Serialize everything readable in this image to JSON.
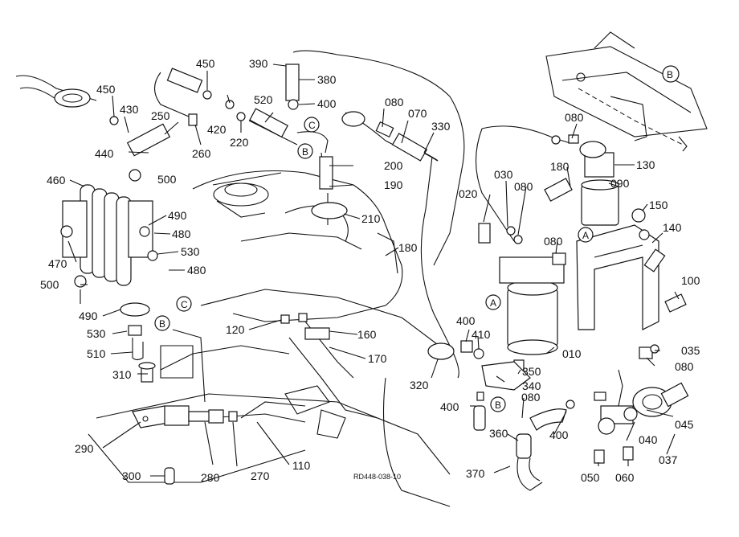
{
  "diagram": {
    "code": "RD448-038-10",
    "callouts": [
      {
        "id": "450a",
        "label": "450"
      },
      {
        "id": "450b",
        "label": "450"
      },
      {
        "id": "430",
        "label": "430"
      },
      {
        "id": "440",
        "label": "440"
      },
      {
        "id": "250",
        "label": "250"
      },
      {
        "id": "260",
        "label": "260"
      },
      {
        "id": "420",
        "label": "420"
      },
      {
        "id": "220",
        "label": "220"
      },
      {
        "id": "520",
        "label": "520"
      },
      {
        "id": "390",
        "label": "390"
      },
      {
        "id": "380",
        "label": "380"
      },
      {
        "id": "400a",
        "label": "400"
      },
      {
        "id": "080a",
        "label": "080"
      },
      {
        "id": "070",
        "label": "070"
      },
      {
        "id": "330",
        "label": "330"
      },
      {
        "id": "080b",
        "label": "080"
      },
      {
        "id": "130",
        "label": "130"
      },
      {
        "id": "500a",
        "label": "500"
      },
      {
        "id": "200",
        "label": "200"
      },
      {
        "id": "190",
        "label": "190"
      },
      {
        "id": "210",
        "label": "210"
      },
      {
        "id": "180a",
        "label": "180"
      },
      {
        "id": "030",
        "label": "030"
      },
      {
        "id": "080c",
        "label": "080"
      },
      {
        "id": "020",
        "label": "020"
      },
      {
        "id": "180b",
        "label": "180"
      },
      {
        "id": "090",
        "label": "090"
      },
      {
        "id": "150",
        "label": "150"
      },
      {
        "id": "140",
        "label": "140"
      },
      {
        "id": "460",
        "label": "460"
      },
      {
        "id": "490a",
        "label": "490"
      },
      {
        "id": "480a",
        "label": "480"
      },
      {
        "id": "530a",
        "label": "530"
      },
      {
        "id": "480b",
        "label": "480"
      },
      {
        "id": "470",
        "label": "470"
      },
      {
        "id": "500b",
        "label": "500"
      },
      {
        "id": "490b",
        "label": "490"
      },
      {
        "id": "530b",
        "label": "530"
      },
      {
        "id": "510",
        "label": "510"
      },
      {
        "id": "080d",
        "label": "080"
      },
      {
        "id": "100",
        "label": "100"
      },
      {
        "id": "120",
        "label": "120"
      },
      {
        "id": "160",
        "label": "160"
      },
      {
        "id": "170",
        "label": "170"
      },
      {
        "id": "400b",
        "label": "400"
      },
      {
        "id": "410",
        "label": "410"
      },
      {
        "id": "010",
        "label": "010"
      },
      {
        "id": "035",
        "label": "035"
      },
      {
        "id": "080e",
        "label": "080"
      },
      {
        "id": "320",
        "label": "320"
      },
      {
        "id": "350",
        "label": "350"
      },
      {
        "id": "340",
        "label": "340"
      },
      {
        "id": "310",
        "label": "310"
      },
      {
        "id": "400c",
        "label": "400"
      },
      {
        "id": "080f",
        "label": "080"
      },
      {
        "id": "400d",
        "label": "400"
      },
      {
        "id": "290",
        "label": "290"
      },
      {
        "id": "045",
        "label": "045"
      },
      {
        "id": "040",
        "label": "040"
      },
      {
        "id": "360",
        "label": "360"
      },
      {
        "id": "037",
        "label": "037"
      },
      {
        "id": "110",
        "label": "110"
      },
      {
        "id": "300",
        "label": "300"
      },
      {
        "id": "280",
        "label": "280"
      },
      {
        "id": "270",
        "label": "270"
      },
      {
        "id": "370",
        "label": "370"
      },
      {
        "id": "050",
        "label": "050"
      },
      {
        "id": "060",
        "label": "060"
      }
    ],
    "refs": [
      {
        "id": "Ba",
        "label": "B"
      },
      {
        "id": "Bb",
        "label": "B"
      },
      {
        "id": "Bc",
        "label": "B"
      },
      {
        "id": "Bd",
        "label": "B"
      },
      {
        "id": "Ca",
        "label": "C"
      },
      {
        "id": "Cb",
        "label": "C"
      },
      {
        "id": "Aa",
        "label": "A"
      },
      {
        "id": "Ab",
        "label": "A"
      }
    ]
  }
}
